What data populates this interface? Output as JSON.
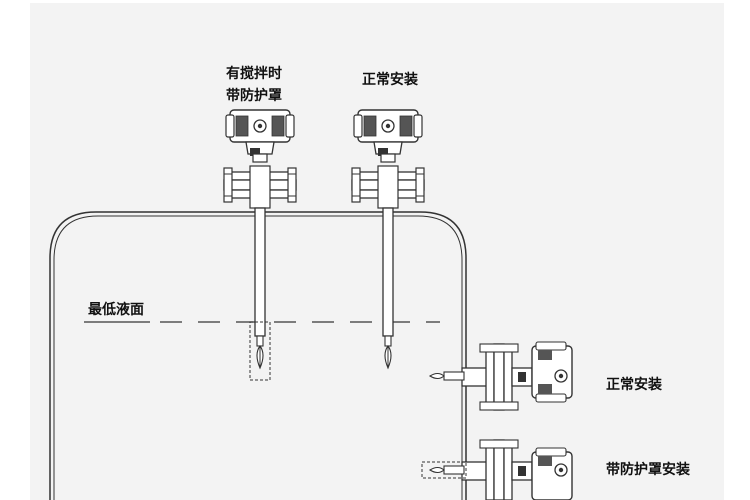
{
  "labels": {
    "top_left_line1": "有搅拌时",
    "top_left_line2": "带防护罩",
    "top_right": "正常安装",
    "min_level": "最低液面",
    "side_upper": "正常安装",
    "side_lower": "带防护罩安装"
  },
  "colors": {
    "panel_bg": "#f3f3f3",
    "line": "#333333",
    "dash": "#555555"
  }
}
